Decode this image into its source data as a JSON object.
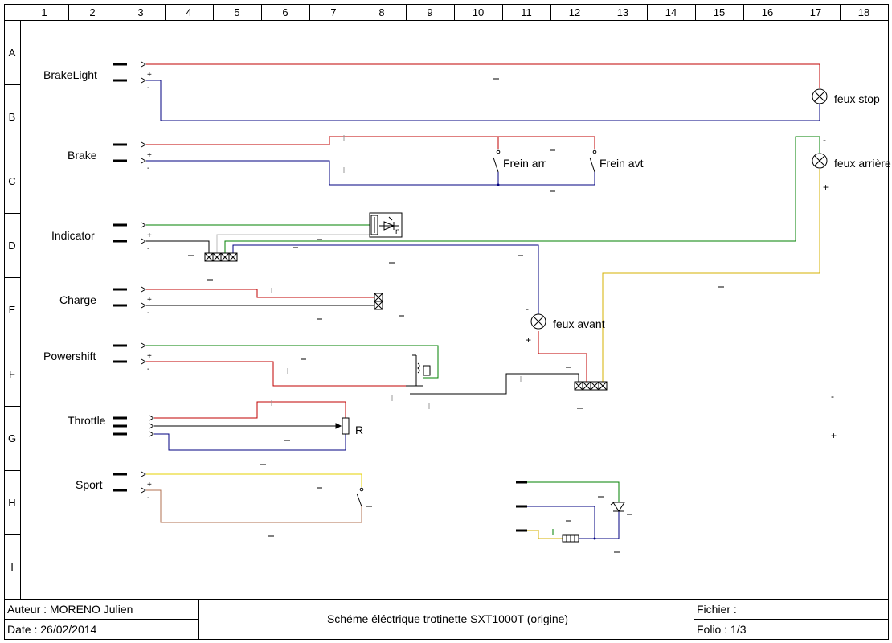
{
  "grid": {
    "columns": [
      "1",
      "2",
      "3",
      "4",
      "5",
      "6",
      "7",
      "8",
      "9",
      "10",
      "11",
      "12",
      "13",
      "14",
      "15",
      "16",
      "17",
      "18"
    ],
    "rows": [
      "A",
      "B",
      "C",
      "D",
      "E",
      "F",
      "G",
      "H",
      "I"
    ]
  },
  "connectors": [
    {
      "label": "BrakeLight",
      "pins": [
        "+",
        "-"
      ]
    },
    {
      "label": "Brake",
      "pins": [
        "+",
        "-"
      ]
    },
    {
      "label": "Indicator",
      "pins": [
        "+",
        "-"
      ]
    },
    {
      "label": "Charge",
      "pins": [
        "+",
        "-"
      ]
    },
    {
      "label": "Powershift",
      "pins": [
        "+",
        "-"
      ]
    },
    {
      "label": "Throttle",
      "pins": []
    },
    {
      "label": "Sport",
      "pins": [
        "+",
        "-"
      ]
    }
  ],
  "components": {
    "stop_lamp": "feux stop",
    "rear_lamp": "feux arrière",
    "rear_lamp_minus": "-",
    "rear_lamp_plus": "+",
    "front_lamp": "feux avant",
    "front_lamp_minus": "-",
    "front_lamp_plus": "+",
    "rear_brake_switch": "Frein arr",
    "front_brake_switch": "Frein avt",
    "throttle_resistor": "R_",
    "relay_tag": "n",
    "stray_minus": "-",
    "stray_plus": "+"
  },
  "title_block": {
    "author": "Auteur : MORENO Julien",
    "date": "Date : 26/02/2014",
    "title": "Schéme éléctrique trotinette SXT1000T (origine)",
    "file": "Fichier :",
    "folio": "Folio : 1/3"
  },
  "colors": {
    "red": "#c00000",
    "blue": "#000080",
    "green": "#008000",
    "yellow": "#d4b000",
    "lightyellow": "#e6d200",
    "brown": "#b07050",
    "black": "#000000"
  }
}
